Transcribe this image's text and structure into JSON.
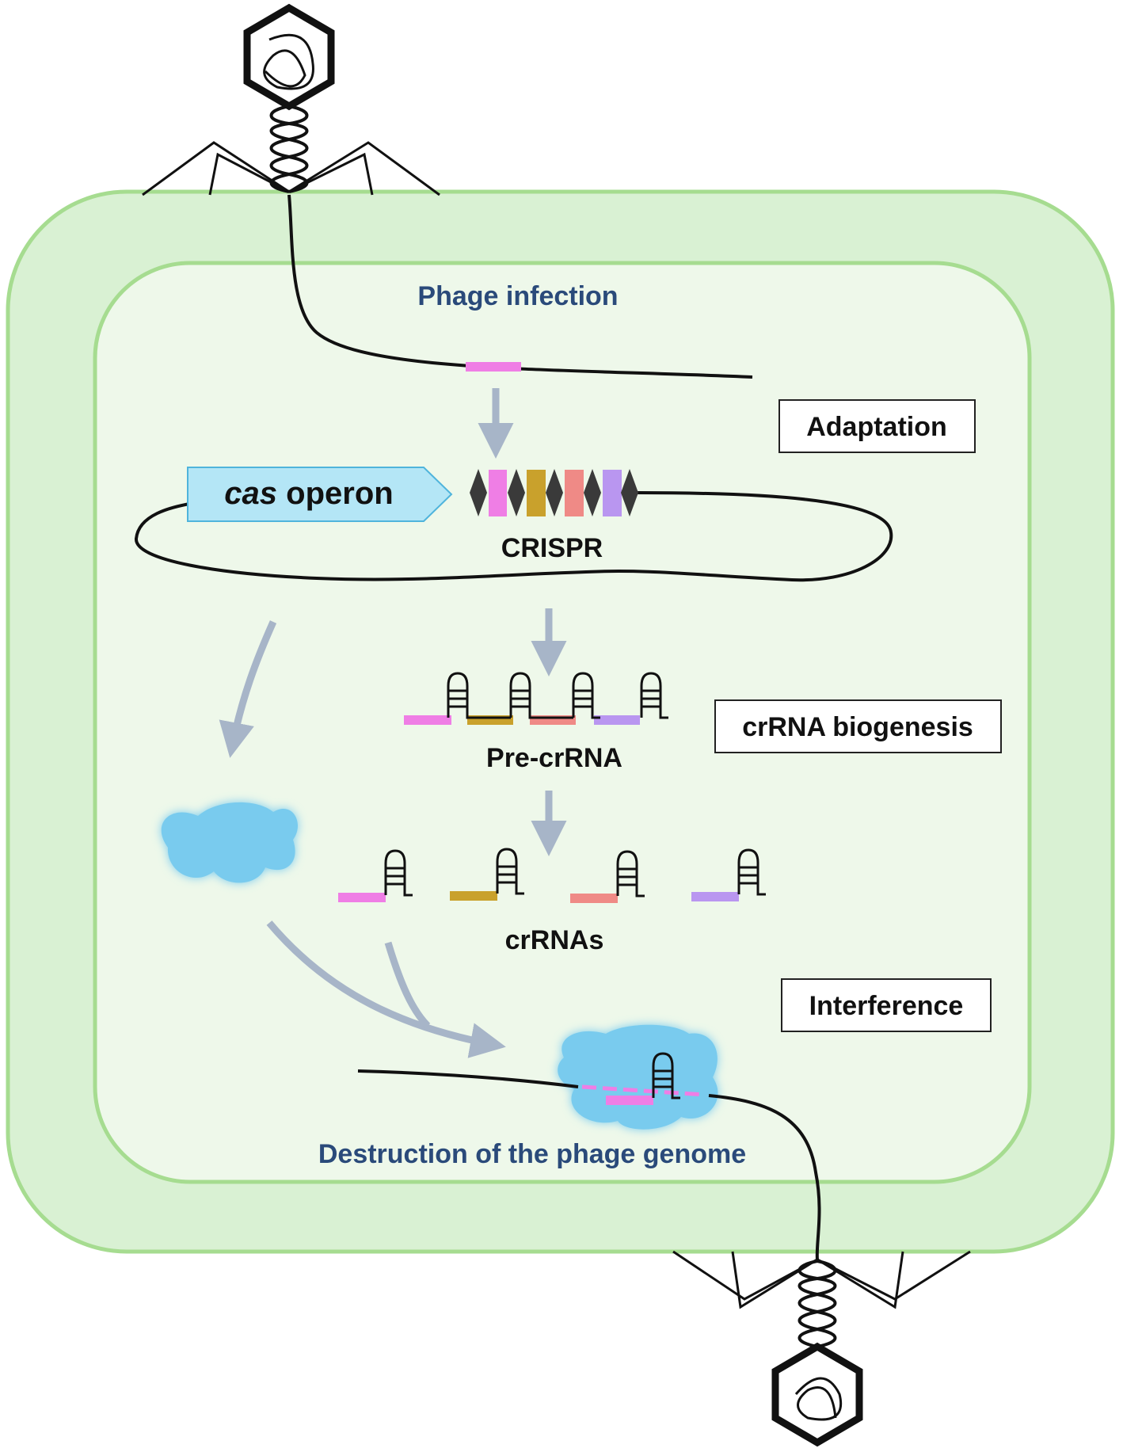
{
  "labels": {
    "phage_infection": "Phage infection",
    "cas_italic": "cas",
    "cas_rest": " operon",
    "crispr": "CRISPR",
    "pre_crrna": "Pre-crRNA",
    "crrnas": "crRNAs",
    "destruction": "Destruction of the phage genome"
  },
  "stages": {
    "adaptation": "Adaptation",
    "crrna_biogenesis": "crRNA biogenesis",
    "interference": "Interference"
  },
  "colors": {
    "cell_outer": "#d9f1d3",
    "cell_inner": "#eef8ea",
    "cell_border": "#a6dc90",
    "arrow": "#a7b5c8",
    "spacer_pink": "#ef7ee5",
    "spacer_gold": "#c9a12c",
    "spacer_salmon": "#ef8a86",
    "spacer_violet": "#b996f0",
    "repeat": "#3a3a3a",
    "cas_protein": "#79cbee",
    "cas_operon": "#b4e6f6"
  }
}
